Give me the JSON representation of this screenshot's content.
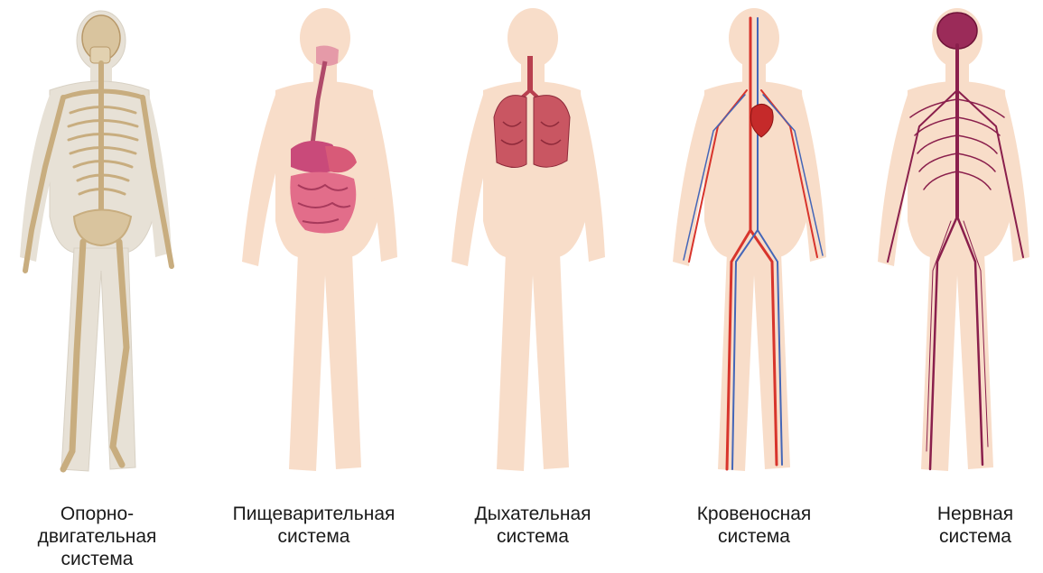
{
  "figures": [
    {
      "id": "musculoskeletal",
      "caption": [
        "Опорно-",
        "двигательная",
        "система"
      ],
      "skin": "#e7e1d6",
      "accent": "#c8ad7f"
    },
    {
      "id": "digestive",
      "caption": [
        "Пищеварительная",
        "система"
      ],
      "skin": "#f8ddc9",
      "accent": "#d9476e"
    },
    {
      "id": "respiratory",
      "caption": [
        "Дыхательная",
        "система"
      ],
      "skin": "#f8ddc9",
      "accent": "#b8404f"
    },
    {
      "id": "circulatory",
      "caption": [
        "Кровеносная",
        "система"
      ],
      "skin": "#f8ddc9",
      "accent": "#d8342c",
      "accent2": "#4466b8"
    },
    {
      "id": "nervous",
      "caption": [
        "Нервная",
        "система"
      ],
      "skin": "#f8ddc9",
      "accent": "#8a1f4c"
    }
  ]
}
